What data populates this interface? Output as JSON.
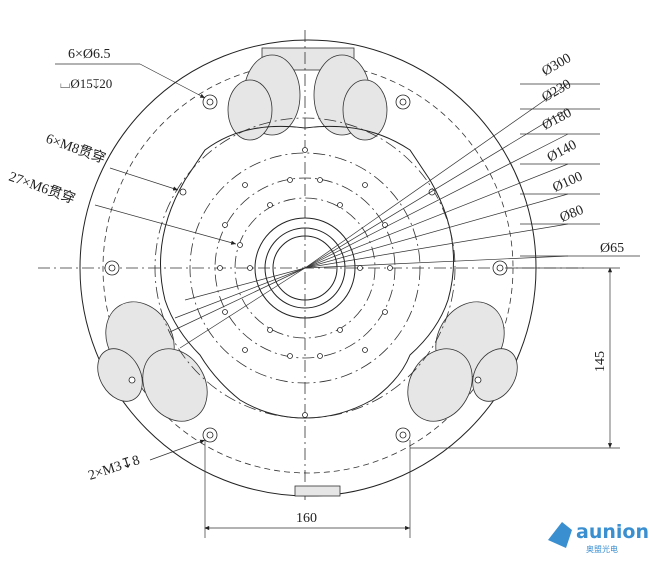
{
  "callouts": {
    "holes_6x65": "6×Ø6.5",
    "counterbore": "⌴Ø15↧20",
    "m8": "6×M8贯穿",
    "m6": "27×M6贯穿",
    "m3": "2×M3↧8"
  },
  "diameters": [
    "Ø300",
    "Ø230",
    "Ø180",
    "Ø140",
    "Ø100",
    "Ø80",
    "Ø65"
  ],
  "dimensions": {
    "vertical": "145",
    "horizontal": "160"
  },
  "logo": {
    "name": "aunion",
    "sub": "奥盟光电",
    "brand_color": "#3a8fd0"
  }
}
